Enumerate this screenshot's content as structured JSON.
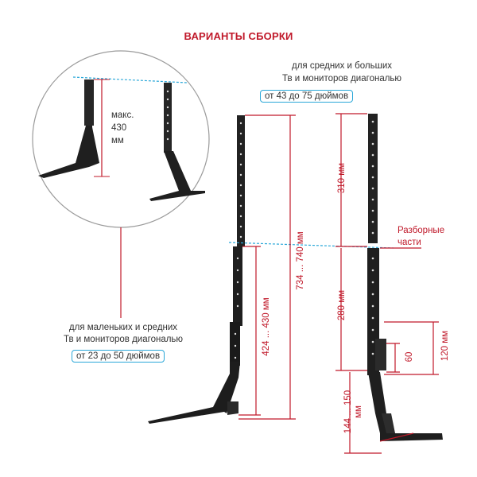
{
  "title": "ВАРИАНТЫ СБОРКИ",
  "large": {
    "line1": "для средних и больших",
    "line2": "Тв и мониторов диагональю",
    "range": "от 43 до 75 дюймов"
  },
  "small": {
    "line1": "для маленьких и средних",
    "line2": "Тв и мониторов диагональю",
    "range": "от 23 до 50 дюймов"
  },
  "zoom": {
    "max_line1": "макс.",
    "max_line2": "430",
    "max_line3": "мм"
  },
  "dimensions": {
    "total": "734 ... 740 мм",
    "small_height": "424 ... 430 мм",
    "upper": "310 мм",
    "lower": "280 мм",
    "d120": "120 мм",
    "d60": "60",
    "base": "144 ... 150\nмм"
  },
  "detachable": "Разборные\nчасти",
  "colors": {
    "accent": "#c0192a",
    "frame": "#2aa7d8",
    "steel": "#1f1f1f"
  }
}
